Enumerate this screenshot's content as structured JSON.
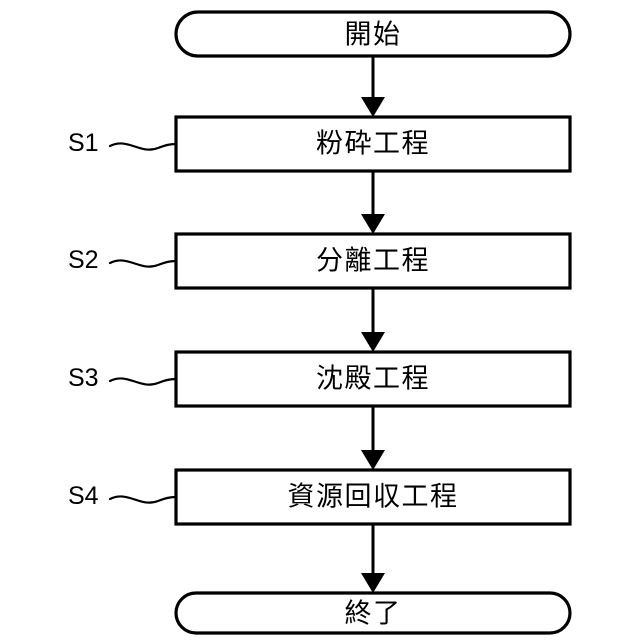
{
  "diagram": {
    "type": "flowchart",
    "orientation": "vertical",
    "background_color": "#ffffff",
    "stroke_color": "#000000",
    "fill_color": "#ffffff",
    "nodes": [
      {
        "id": "start",
        "shape": "stadium",
        "label": "開始",
        "step": null
      },
      {
        "id": "s1",
        "shape": "rectangle",
        "label": "粉砕工程",
        "step": "S1"
      },
      {
        "id": "s2",
        "shape": "rectangle",
        "label": "分離工程",
        "step": "S2"
      },
      {
        "id": "s3",
        "shape": "rectangle",
        "label": "沈殿工程",
        "step": "S3"
      },
      {
        "id": "s4",
        "shape": "rectangle",
        "label": "資源回収工程",
        "step": "S4"
      },
      {
        "id": "end",
        "shape": "stadium",
        "label": "終了",
        "step": null
      }
    ],
    "edges": [
      {
        "from": "start",
        "to": "s1",
        "arrow": "filled-triangle"
      },
      {
        "from": "s1",
        "to": "s2",
        "arrow": "filled-triangle"
      },
      {
        "from": "s2",
        "to": "s3",
        "arrow": "filled-triangle"
      },
      {
        "from": "s3",
        "to": "s4",
        "arrow": "filled-triangle"
      },
      {
        "from": "s4",
        "to": "end",
        "arrow": "filled-triangle"
      }
    ]
  }
}
